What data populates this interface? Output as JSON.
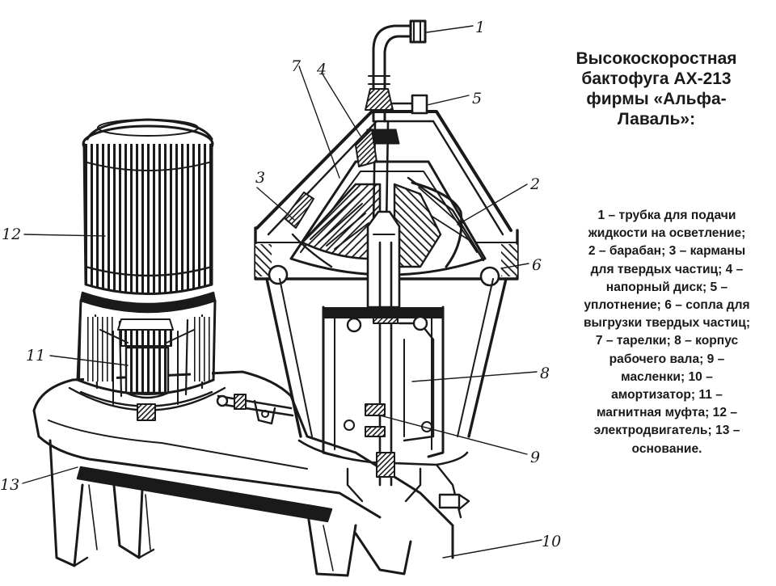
{
  "title": {
    "lines": [
      "Высокоскоростная",
      "бактофуга АХ-213",
      "фирмы «Альфа-",
      "Лаваль»:"
    ]
  },
  "legend": {
    "lines": [
      "1 – трубка для подачи",
      "жидкости на осветление;",
      "2 – барабан; 3 – карманы",
      "для твердых частиц; 4 –",
      "напорный диск; 5 –",
      "уплотнение; 6 – сопла для",
      "выгрузки твердых частиц;",
      "7 – тарелки; 8 – корпус",
      "рабочего вала; 9 –",
      "масленки; 10 –",
      "амортизатор; 11 –",
      "магнитная муфта; 12 –",
      "электродвигатель; 13 –",
      "основание."
    ]
  },
  "callouts": [
    "1",
    "2",
    "3",
    "4",
    "5",
    "6",
    "7",
    "8",
    "9",
    "10",
    "11",
    "12",
    "13"
  ],
  "colors": {
    "ink": "#1a1a1a",
    "background": "#ffffff"
  }
}
